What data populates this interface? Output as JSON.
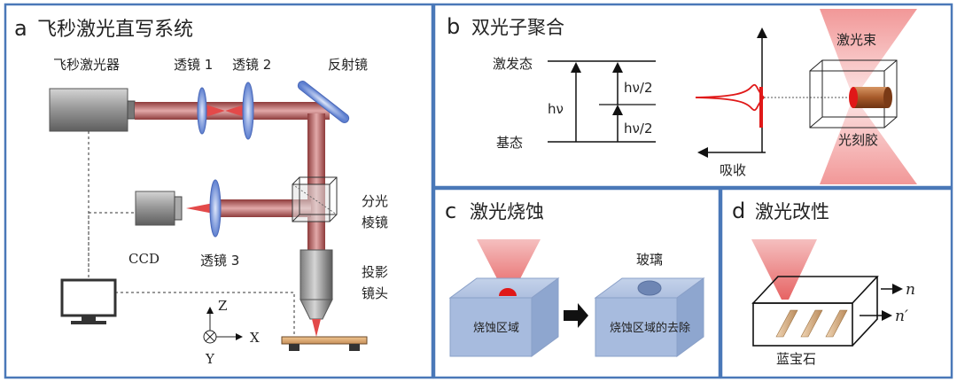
{
  "panel_a": {
    "letter": "a",
    "title": "飞秒激光直写系统",
    "laser_label": "飞秒激光器",
    "lens1_label": "透镜 1",
    "lens2_label": "透镜 2",
    "mirror_label": "反射镜",
    "splitter_line1": "分光",
    "splitter_line2": "棱镜",
    "ccd_label": "CCD",
    "lens3_label": "透镜 3",
    "objective_line1": "投影",
    "objective_line2": "镜头",
    "axis_z": "Z",
    "axis_x": "X",
    "axis_y": "Y"
  },
  "panel_b": {
    "letter": "b",
    "title": "双光子聚合",
    "excited_state": "激发态",
    "ground_state": "基态",
    "single_photon": "hν",
    "half_photon_top": "hν/2",
    "half_photon_bottom": "hν/2",
    "absorption_label": "吸收",
    "beam_label": "激光束",
    "resist_label": "光刻胶"
  },
  "panel_c": {
    "letter": "c",
    "title": "激光烧蚀",
    "glass_label": "玻璃",
    "ablation_region": "烧蚀区域",
    "ablation_removed": "烧蚀区域的去除"
  },
  "panel_d": {
    "letter": "d",
    "title": "激光改性",
    "index_n": "n",
    "index_n_prime": "n′",
    "sapphire_label": "蓝宝石"
  },
  "colors": {
    "panel_border": "#4a78b8",
    "beam": "#c97a7a",
    "lens": "#6f8fd8",
    "block": "#a3b8da",
    "laser_red": "#e01818"
  }
}
